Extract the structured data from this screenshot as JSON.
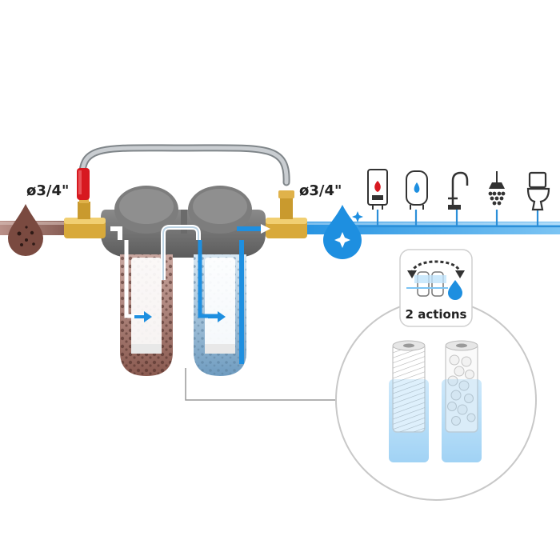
{
  "labels": {
    "inlet_size": "ø3/4\"",
    "outlet_size": "ø3/4\"",
    "badge_text": "2 actions"
  },
  "colors": {
    "dirty_water": "#7a4a40",
    "clean_water": "#1e8fe0",
    "light_water": "#bfe3fb",
    "housing": "#6d6d6d",
    "brass": "#d8a93a",
    "valve_handle": "#d71920",
    "bypass_hose": "#b8bcc0"
  },
  "icons": {
    "inlet": "dirty-water-drop-icon",
    "outlet": "clean-water-drop-icon",
    "appliances": [
      "boiler-icon",
      "water-heater-icon",
      "kitchen-tap-icon",
      "shower-icon",
      "toilet-icon"
    ],
    "filters": [
      "sediment-cartridge-icon",
      "polyphosphate-cartridge-icon"
    ]
  }
}
